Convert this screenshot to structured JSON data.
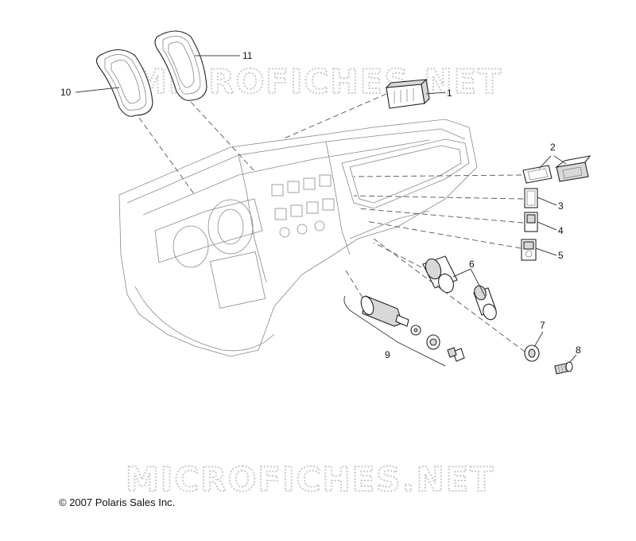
{
  "watermark": {
    "top": "MICROFICHES.NET",
    "bottom": "MICROFICHES.NET"
  },
  "copyright": "© 2007 Polaris Sales Inc.",
  "callouts": {
    "c1": "1",
    "c2": "2",
    "c3": "3",
    "c4": "4",
    "c5": "5",
    "c6": "6",
    "c7": "7",
    "c8": "8",
    "c9": "9",
    "c10": "10",
    "c11": "11"
  },
  "icons": {
    "dashboard": "dashboard-panel-icon",
    "bezel": "gauge-bezel-icon",
    "connector": "connector-icon",
    "switch": "rocker-switch-icon",
    "outlet": "power-outlet-icon",
    "key": "ignition-key-icon"
  }
}
